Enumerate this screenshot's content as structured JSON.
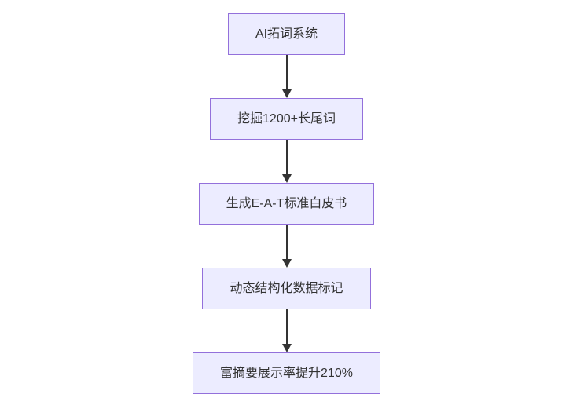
{
  "diagram": {
    "type": "flowchart-top-down",
    "nodes": [
      {
        "label": "AI拓词系统"
      },
      {
        "label": "挖掘1200+长尾词"
      },
      {
        "label": "生成E-A-T标准白皮书"
      },
      {
        "label": "动态结构化数据标记"
      },
      {
        "label": "富摘要展示率提升210%"
      }
    ],
    "edges": [
      {
        "from": 0,
        "to": 1
      },
      {
        "from": 1,
        "to": 2
      },
      {
        "from": 2,
        "to": 3
      },
      {
        "from": 3,
        "to": 4
      }
    ],
    "colors": {
      "background": "#ffffff",
      "node_fill": "#ECECFF",
      "node_border": "#9370DB",
      "text": "#333333",
      "arrow": "#333333"
    }
  }
}
